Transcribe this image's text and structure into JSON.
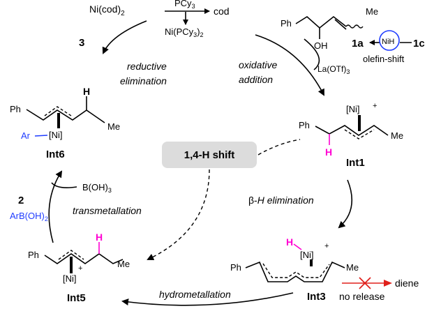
{
  "top": {
    "ni_cod2": "Ni(cod)",
    "ni_cod2_sub": "2",
    "pcy3": "PCy",
    "pcy3_sub": "3",
    "cod": "cod",
    "ni_pcy3_2": "Ni(PCy",
    "ni_pcy3_2_sub1": "3",
    "ni_pcy3_2_close": ")",
    "ni_pcy3_2_sub2": "2"
  },
  "substrate": {
    "ph": "Ph",
    "oh": "OH",
    "me": "Me",
    "label_1a": "1a",
    "label_1c": "1c",
    "nih": "NiH",
    "olefin_shift": "olefin-shift",
    "la": "La(OTf)",
    "la_sub": "3"
  },
  "steps": {
    "reductive_1": "reductive",
    "reductive_2": "elimination",
    "oxidative_1": "oxidative",
    "oxidative_2": "addition",
    "beta_h_symbol": "β-",
    "beta_h_rest": "H elimination",
    "hydrometallation": "hydrometallation",
    "transmetallation": "transmetallation",
    "shift": "1,4-H shift",
    "no_release": "no release",
    "diene": "diene"
  },
  "labels": {
    "compound_3": "3",
    "compound_2": "2",
    "arboh2": "ArB(OH)",
    "arboh2_sub": "2",
    "boh3": "B(OH)",
    "boh3_sub": "3",
    "int1": "Int1",
    "int3": "Int3",
    "int5": "Int5",
    "int6": "Int6"
  },
  "atoms": {
    "ph": "Ph",
    "me": "Me",
    "h": "H",
    "ni": "[Ni]",
    "plus": "+",
    "ar": "Ar"
  },
  "colors": {
    "magenta": "#ff00d2",
    "blue": "#1f3cff",
    "red": "#e0201b",
    "box": "#dcdcdc"
  }
}
